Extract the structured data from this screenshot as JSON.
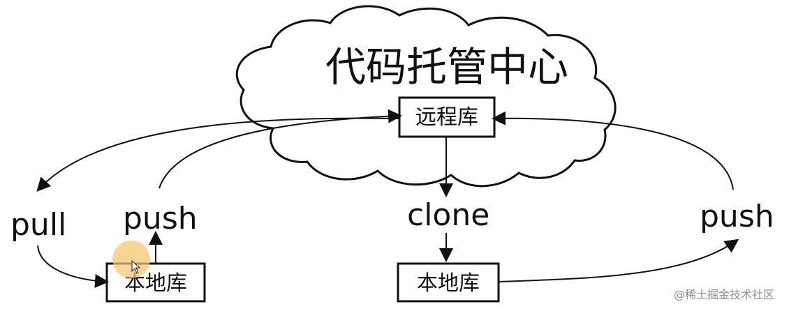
{
  "title": "代码托管中心",
  "nodes": {
    "remote_repo": "远程库",
    "local_repo_left": "本地库",
    "local_repo_right": "本地库"
  },
  "operations": {
    "pull": "pull",
    "push_left": "push",
    "clone": "clone",
    "push_right": "push"
  },
  "watermark": "@稀土掘金技术社区",
  "colors": {
    "line": "#111111",
    "cloud_stroke": "#111111",
    "cursor_highlight": "#f3c56f"
  }
}
